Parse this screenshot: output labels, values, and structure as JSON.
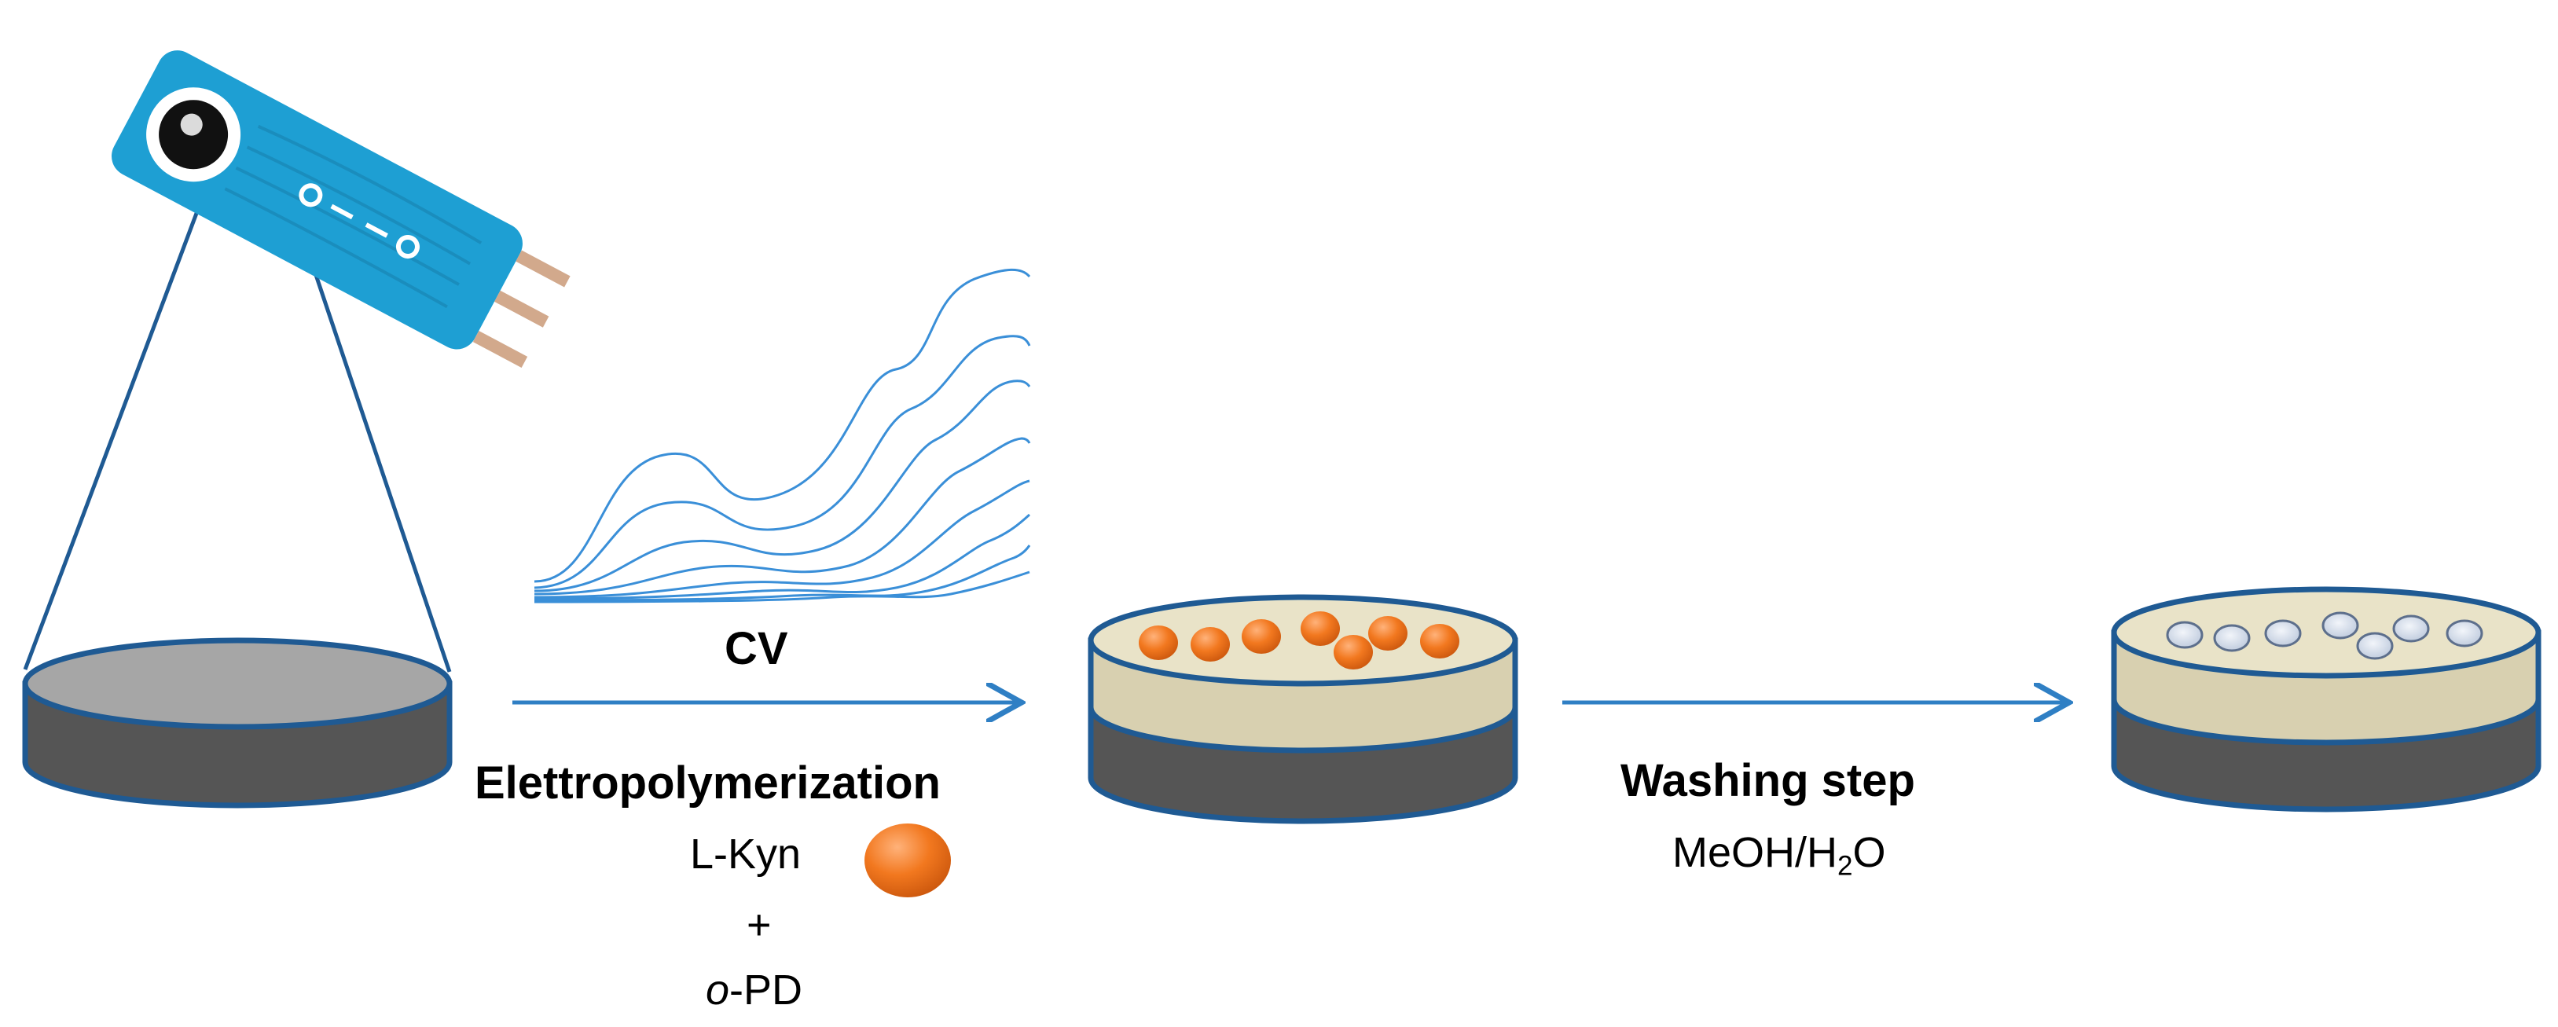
{
  "labels": {
    "cv": "CV",
    "electropolymerization": "Elettropolymerization",
    "template": "L-Kyn",
    "plus": "+",
    "monomer_italic": "o",
    "monomer_rest": "-PD",
    "washing": "Washing step",
    "solvent_main": "MeOH/H",
    "solvent_sub": "2",
    "solvent_end": "O"
  },
  "colors": {
    "electrode_blue": "#1e9fd3",
    "outline_blue": "#1f5a93",
    "arrow_blue": "#2f7fc4",
    "cv_curve": "#3a8fd8",
    "disk_dark": "#555555",
    "disk_top": "#a6a6a6",
    "polymer_layer": "#d8d0b0",
    "template_orange": "#f07a22",
    "cavity_gray": "#cfd8e6",
    "contact_pin": "#d2a98c"
  },
  "icons": [
    "screen-printed-electrode-icon",
    "cyclic-voltammogram-icon",
    "electrode-disk-icon",
    "template-molecule-icon",
    "arrow-icon"
  ]
}
